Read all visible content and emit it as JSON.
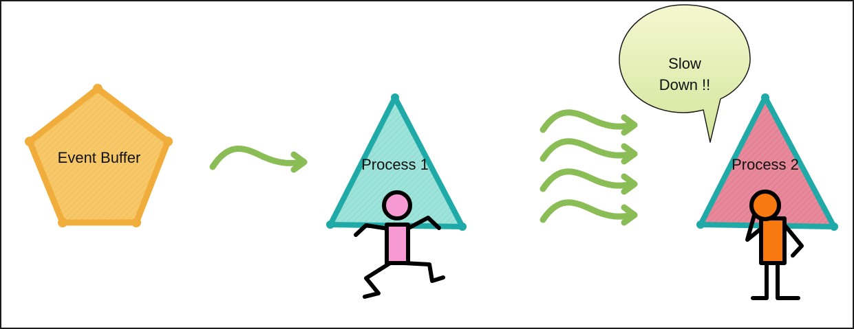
{
  "nodes": {
    "buffer": {
      "label": "Event Buffer",
      "fill": "#f7c86a",
      "stroke": "#f0ad3c"
    },
    "process1": {
      "label": "Process 1",
      "fill": "#9ee3da",
      "stroke": "#1faaa8"
    },
    "process2": {
      "label": "Process 2",
      "fill": "#e7899a",
      "stroke": "#1faaa8"
    }
  },
  "speech_bubble": {
    "line1": "Slow",
    "line2": "Down !!",
    "fill_top": "#f4f8d0",
    "fill_bottom": "#d3e49a",
    "stroke": "#1a1a1a"
  },
  "arrows": {
    "color": "#8bbd57",
    "single_count": 1,
    "multi_count": 4
  },
  "figures": {
    "runner": {
      "head": "#f79ad3",
      "body": "#f79ad3"
    },
    "stopper": {
      "head": "#f7790f",
      "body": "#f7790f"
    }
  }
}
